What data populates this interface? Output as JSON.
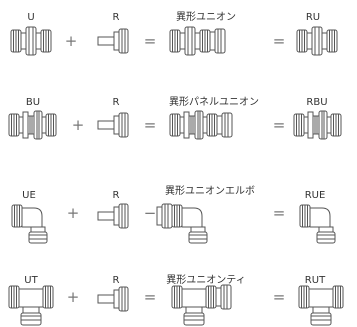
{
  "rows": [
    {
      "left_label": "U",
      "mid_label": "R",
      "combo_label": "異形ユニオン",
      "result_label": "RU",
      "operator": "="
    },
    {
      "left_label": "BU",
      "mid_label": "R",
      "combo_label": "異形パネルユニオン",
      "result_label": "RBU",
      "operator": "="
    },
    {
      "left_label": "UE",
      "mid_label": "R",
      "combo_label": "異形ユニオンエルボ",
      "result_label": "RUE",
      "operator": "−"
    },
    {
      "left_label": "UT",
      "mid_label": "R",
      "combo_label": "異形ユニオンティ",
      "result_label": "RUT",
      "operator": "="
    }
  ],
  "symbols": {
    "plus": "+",
    "equals": "="
  },
  "colors": {
    "line": "#555555",
    "text": "#333333"
  }
}
